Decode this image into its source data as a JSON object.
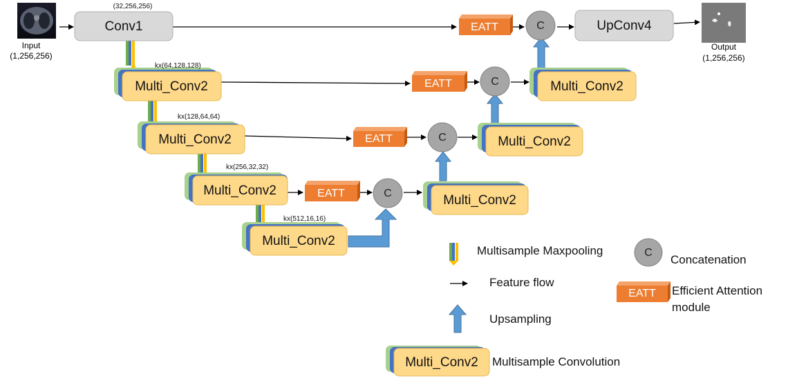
{
  "input": {
    "label": "Input",
    "dims": "(1,256,256)"
  },
  "output": {
    "label": "Output",
    "dims": "(1,256,256)"
  },
  "conv1": {
    "label": "Conv1",
    "dims": "(32,256,256)"
  },
  "upconv4": {
    "label": "UpConv4"
  },
  "encoder": [
    {
      "label": "Multi_Conv2",
      "dims": "kx(64,128,128)"
    },
    {
      "label": "Multi_Conv2",
      "dims": "kx(128,64,64)"
    },
    {
      "label": "Multi_Conv2",
      "dims": "kx(256,32,32)"
    },
    {
      "label": "Multi_Conv2",
      "dims": "kx(512,16,16)"
    }
  ],
  "decoder": [
    {
      "label": "Multi_Conv2"
    },
    {
      "label": "Multi_Conv2"
    },
    {
      "label": "Multi_Conv2"
    }
  ],
  "eatt_label": "EATT",
  "concat_label": "C",
  "legend": {
    "maxpool": "Multisample Maxpooling",
    "concat": "Concatenation",
    "feature_flow": "Feature flow",
    "eatt_line1": "Efficient Attention",
    "eatt_line2": "module",
    "upsampling": "Upsampling",
    "multiconv_box": "Multi_Conv2",
    "multiconv": "Multisample Convolution",
    "concat_symbol": "C",
    "eatt_box": "EATT"
  },
  "colors": {
    "gray_box": "#d9d9d9",
    "yellow_box": "#ffd98a",
    "blue_layer": "#4472c4",
    "green_layer": "#a9d18e",
    "eatt": "#ed7d31",
    "concat_circle": "#a6a6a6",
    "upsample_arrow": "#5b9bd5",
    "pool_green": "#70ad47",
    "pool_yellow": "#ffc000"
  }
}
